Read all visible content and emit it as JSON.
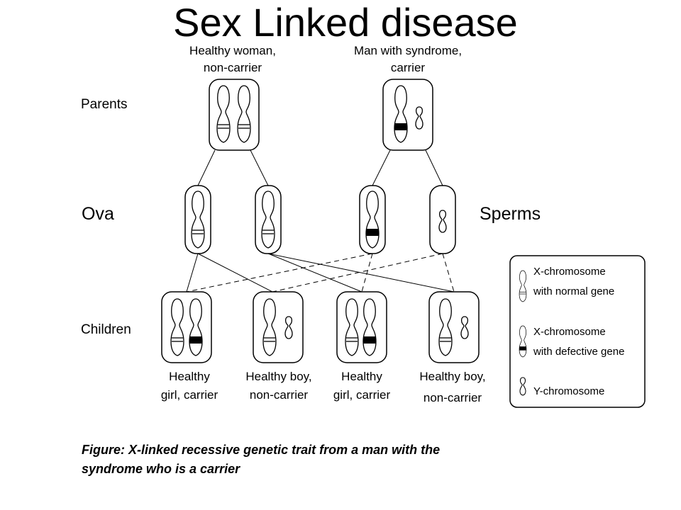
{
  "title": "Sex Linked disease",
  "parents": {
    "mother": {
      "line1": "Healthy woman,",
      "line2": "non-carrier"
    },
    "father": {
      "line1": "Man with syndrome,",
      "line2": "carrier"
    }
  },
  "row_labels": {
    "parents": "Parents",
    "ova": "Ova",
    "sperms": "Sperms",
    "children": "Children"
  },
  "children": [
    {
      "line1": "Healthy",
      "line2": "girl, carrier"
    },
    {
      "line1": "Healthy boy,",
      "line2": "non-carrier"
    },
    {
      "line1": "Healthy",
      "line2": "girl, carrier"
    },
    {
      "line1": "Healthy boy,",
      "line2": "non-carrier"
    }
  ],
  "legend": {
    "normal": {
      "line1": "X-chromosome",
      "line2": "with normal gene"
    },
    "defective": {
      "line1": "X-chromosome",
      "line2": "with defective gene"
    },
    "y": "Y-chromosome"
  },
  "caption": {
    "line1": "Figure: X-linked recessive genetic trait from a man with the",
    "line2": "syndrome who is a carrier"
  }
}
